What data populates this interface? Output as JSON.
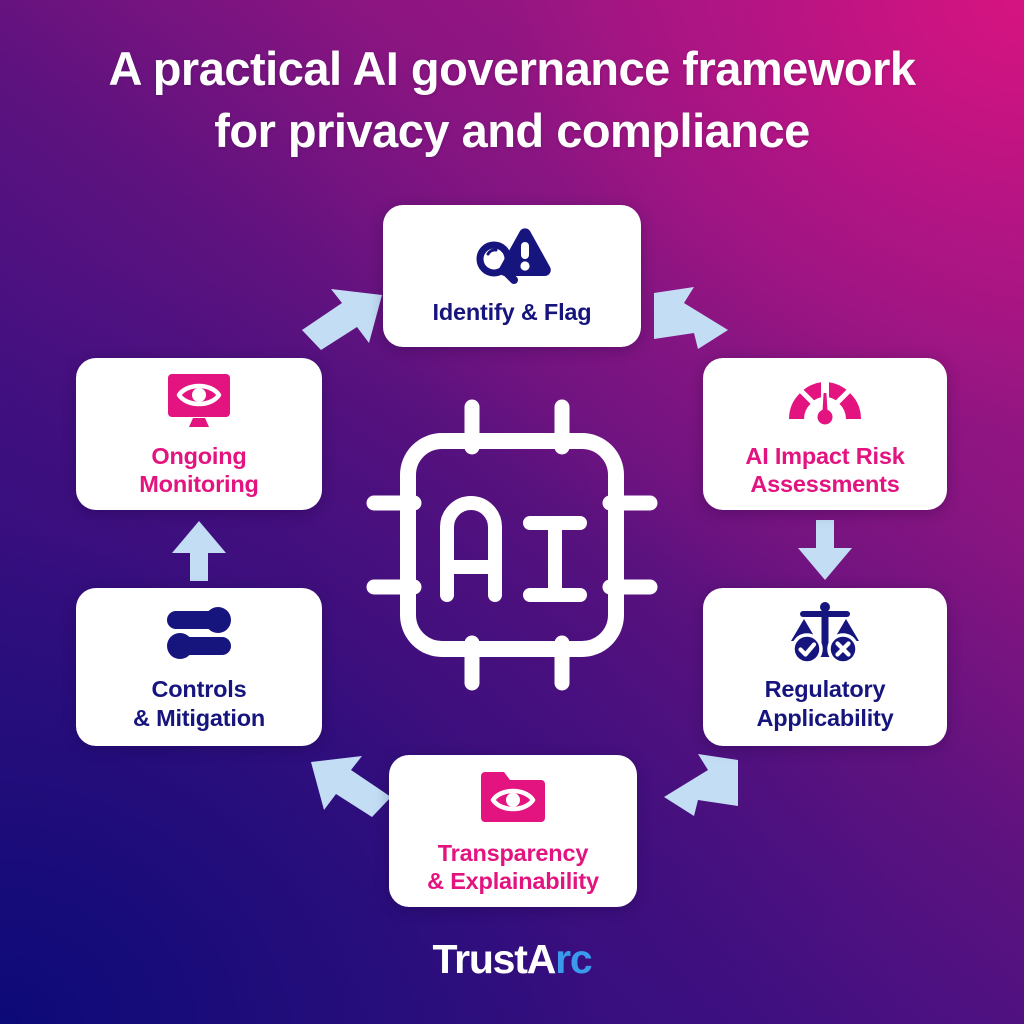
{
  "title": {
    "line1": "A practical AI governance framework",
    "line2": "for privacy and compliance"
  },
  "center": {
    "icon": "ai-chip-icon",
    "label": "AI"
  },
  "colors": {
    "navy": "#16157e",
    "pink": "#e3137f",
    "arrow_blue": "#c3ddf5",
    "card_white": "#ffffff",
    "bg_purple": "#4a1080",
    "bg_magenta": "#c0177f",
    "bg_navy": "#130c7c",
    "logo_blue": "#3a9bec"
  },
  "steps": [
    {
      "id": "identify",
      "label": "Identify & Flag",
      "icon": "magnifier-warning-icon",
      "color": "navy"
    },
    {
      "id": "risk",
      "label": "AI Impact Risk\nAssessments",
      "icon": "gauge-icon",
      "color": "pink"
    },
    {
      "id": "regulatory",
      "label": "Regulatory\nApplicability",
      "icon": "scales-check-cross-icon",
      "color": "navy"
    },
    {
      "id": "transparency",
      "label": "Transparency\n& Explainability",
      "icon": "folder-eye-icon",
      "color": "pink"
    },
    {
      "id": "controls",
      "label": "Controls\n& Mitigation",
      "icon": "sliders-icon",
      "color": "navy"
    },
    {
      "id": "monitoring",
      "label": "Ongoing\nMonitoring",
      "icon": "monitor-eye-icon",
      "color": "pink"
    }
  ],
  "arrows": [
    {
      "id": "monitoring-to-identify",
      "direction": "up-right"
    },
    {
      "id": "identify-to-risk",
      "direction": "down-right"
    },
    {
      "id": "risk-to-regulatory",
      "direction": "down"
    },
    {
      "id": "regulatory-to-transparency",
      "direction": "down-left"
    },
    {
      "id": "transparency-to-controls",
      "direction": "up-left"
    },
    {
      "id": "controls-to-monitoring",
      "direction": "up"
    }
  ],
  "logo": {
    "part_white": "TrustA",
    "part_blue": "rc"
  }
}
